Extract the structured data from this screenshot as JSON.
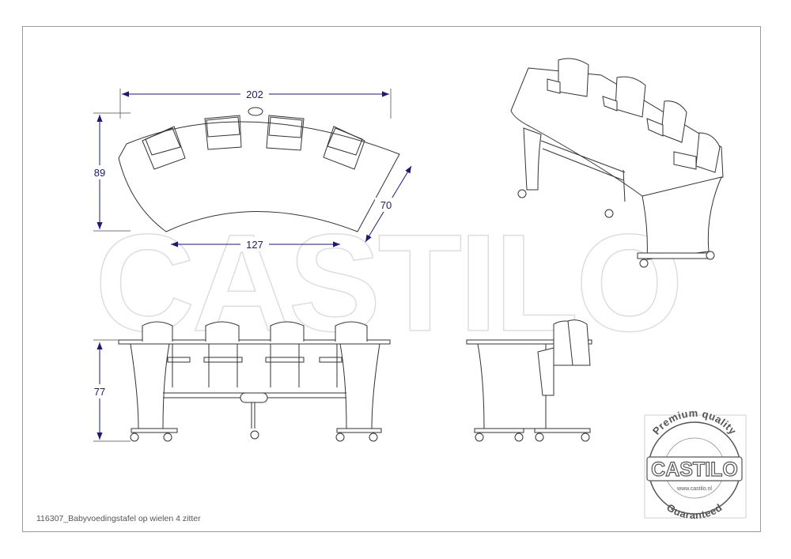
{
  "dimensions": {
    "width": "202",
    "depth": "89",
    "side": "70",
    "inner": "127",
    "height": "77"
  },
  "watermark": "CASTILO",
  "caption": "116307_Babyvoedingstafel op wielen 4 zitter",
  "seal": {
    "top": "Premium quality",
    "brand": "CASTILO",
    "url": "www.castilo.nl",
    "bottom": "Guaranteed"
  },
  "colors": {
    "dimension": "#1a1a7a",
    "line": "#333333",
    "watermark": "#e3e3e3"
  }
}
